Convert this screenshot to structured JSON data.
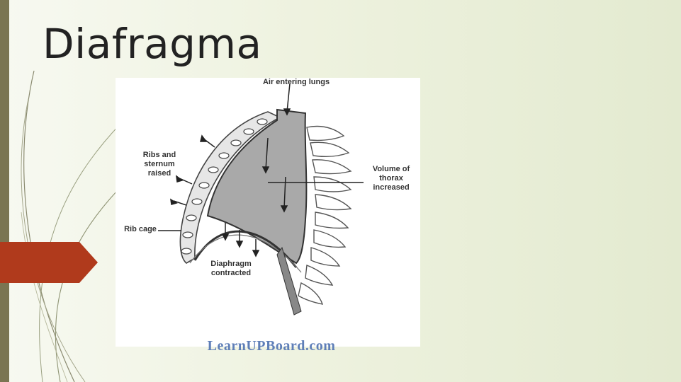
{
  "slide": {
    "title": "Diafragma"
  },
  "diagram": {
    "labels": {
      "air_entering": "Air entering lungs",
      "ribs_sternum": "Ribs and\nsternum\nraised",
      "volume_thorax": "Volume of\nthorax\nincreased",
      "rib_cage": "Rib cage",
      "diaphragm": "Diaphragm\ncontracted"
    },
    "watermark": "LearnUPBoard.com"
  },
  "colors": {
    "accent_bar": "#7a7552",
    "marker": "#b03a1c",
    "lung_fill": "#a9a9a9"
  }
}
